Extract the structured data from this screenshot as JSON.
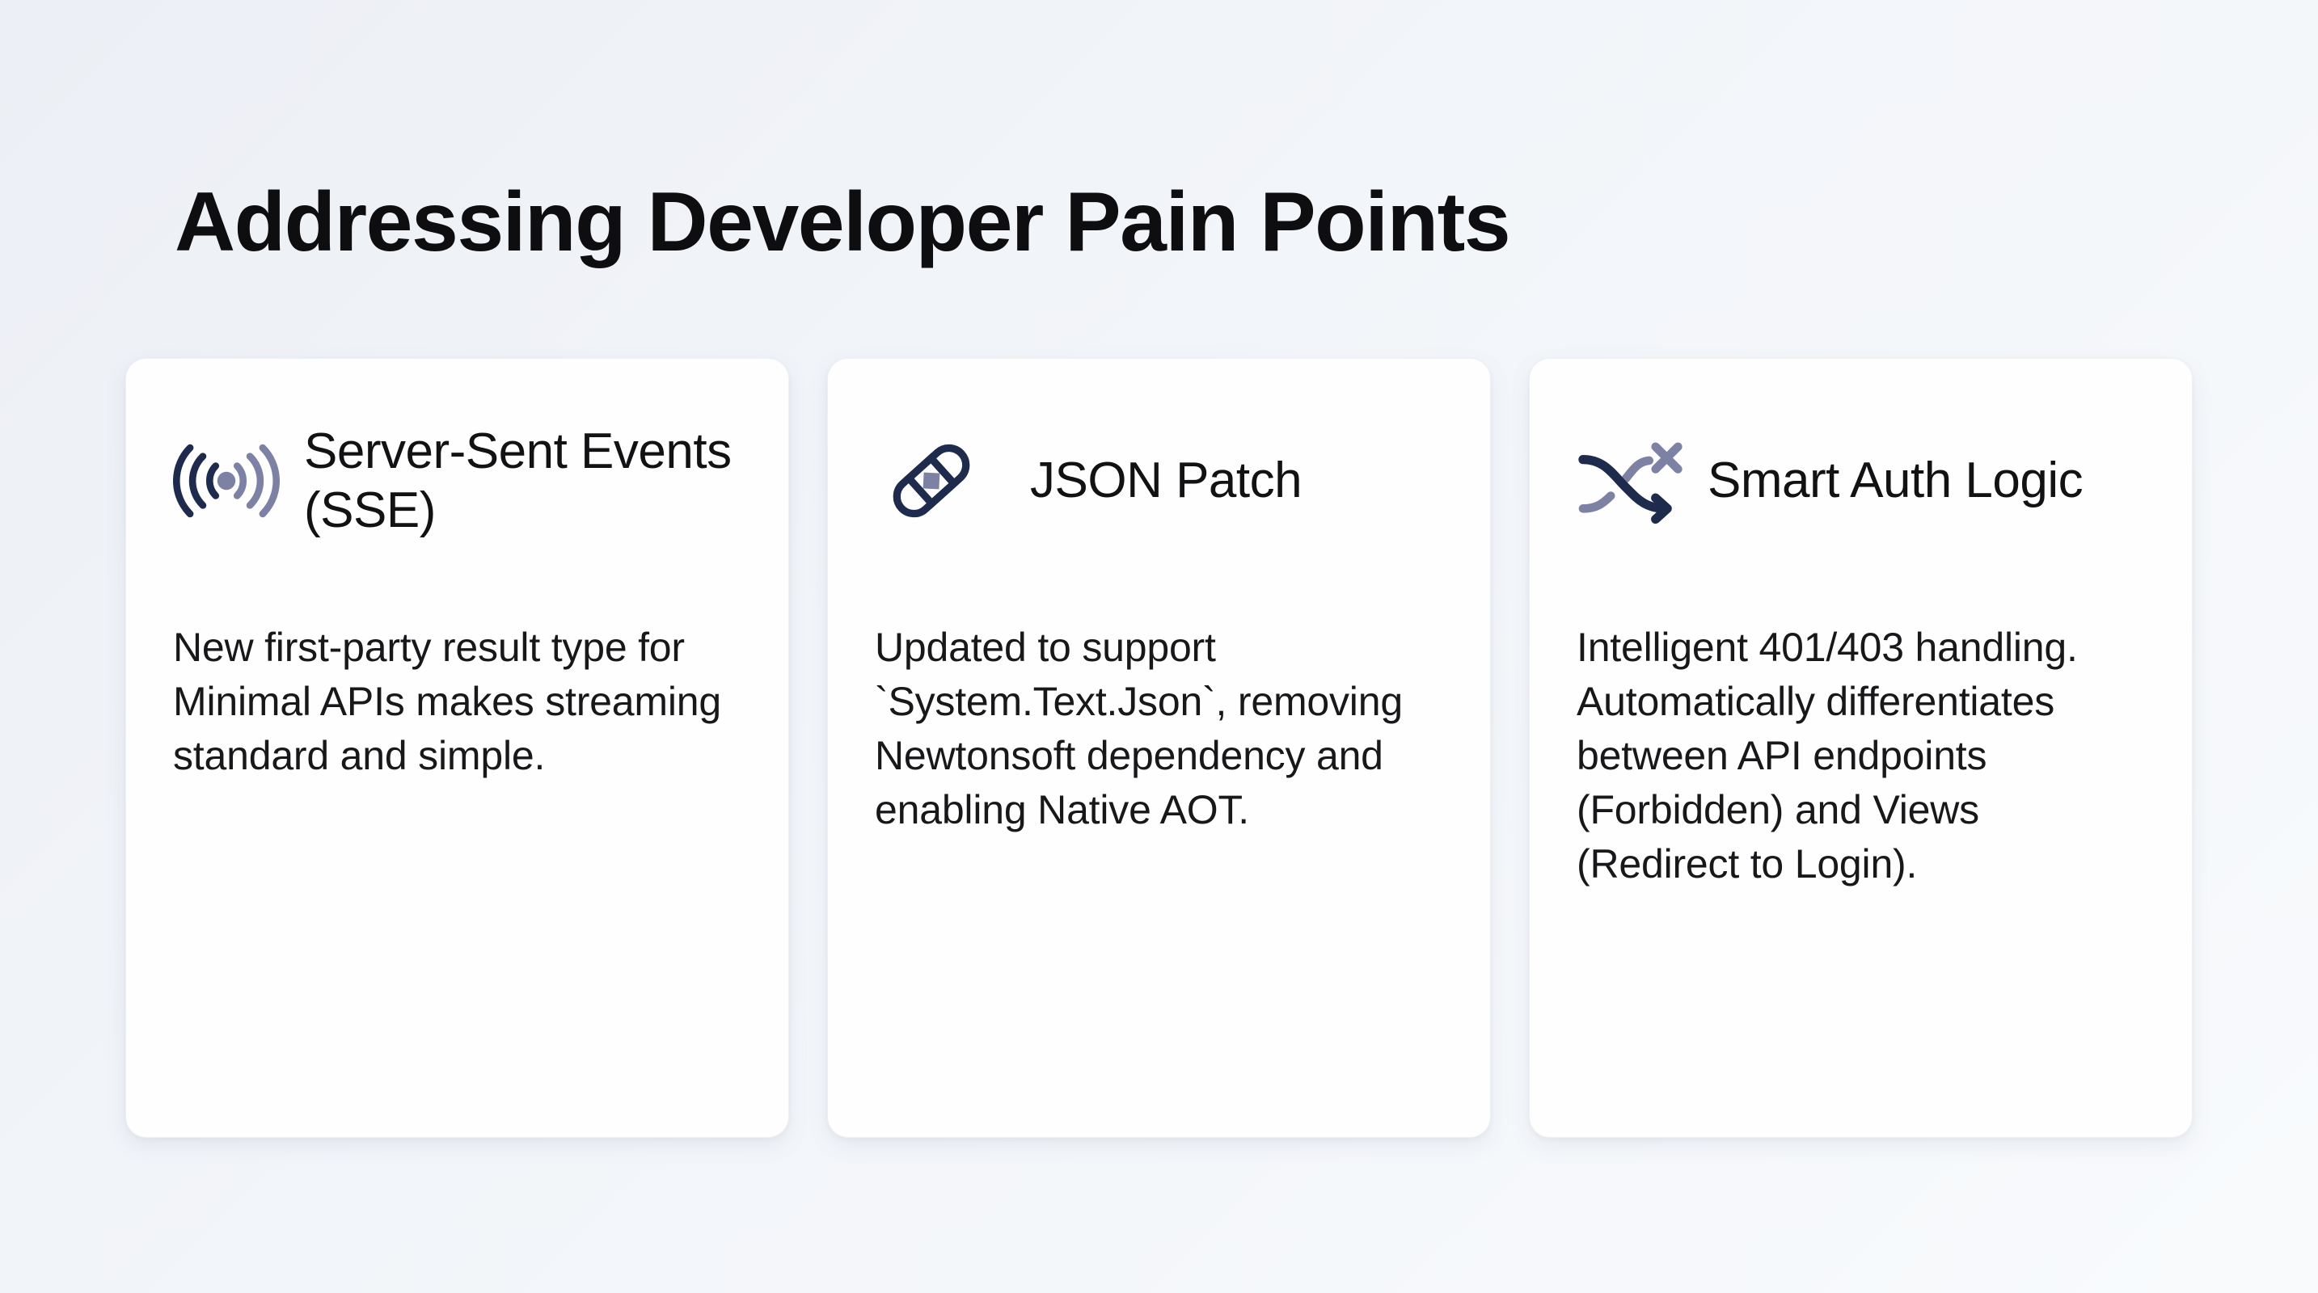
{
  "page": {
    "title": "Addressing Developer Pain Points",
    "background_from": "#eceff5",
    "background_to": "#f8fafc"
  },
  "theme": {
    "icon_primary": "#1f2b4d",
    "icon_secondary": "#7d82a4",
    "card_background": "#fefefe",
    "card_border": "#edf0f4",
    "text_color": "#18181b"
  },
  "cards": [
    {
      "icon_name": "broadcast-waves-icon",
      "heading": "Server-Sent Events (SSE)",
      "body": "New first-party result type for Minimal APIs makes streaming standard and simple."
    },
    {
      "icon_name": "bandage-icon",
      "heading": "JSON Patch",
      "body": "Updated to support `System.Text.Json`, removing Newtonsoft dependency and enabling Native AOT."
    },
    {
      "icon_name": "crossing-paths-auth-icon",
      "heading": "Smart Auth Logic",
      "body": "Intelligent 401/403 handling. Automatically differentiates between API endpoints (Forbidden) and Views (Redirect to Login)."
    }
  ]
}
